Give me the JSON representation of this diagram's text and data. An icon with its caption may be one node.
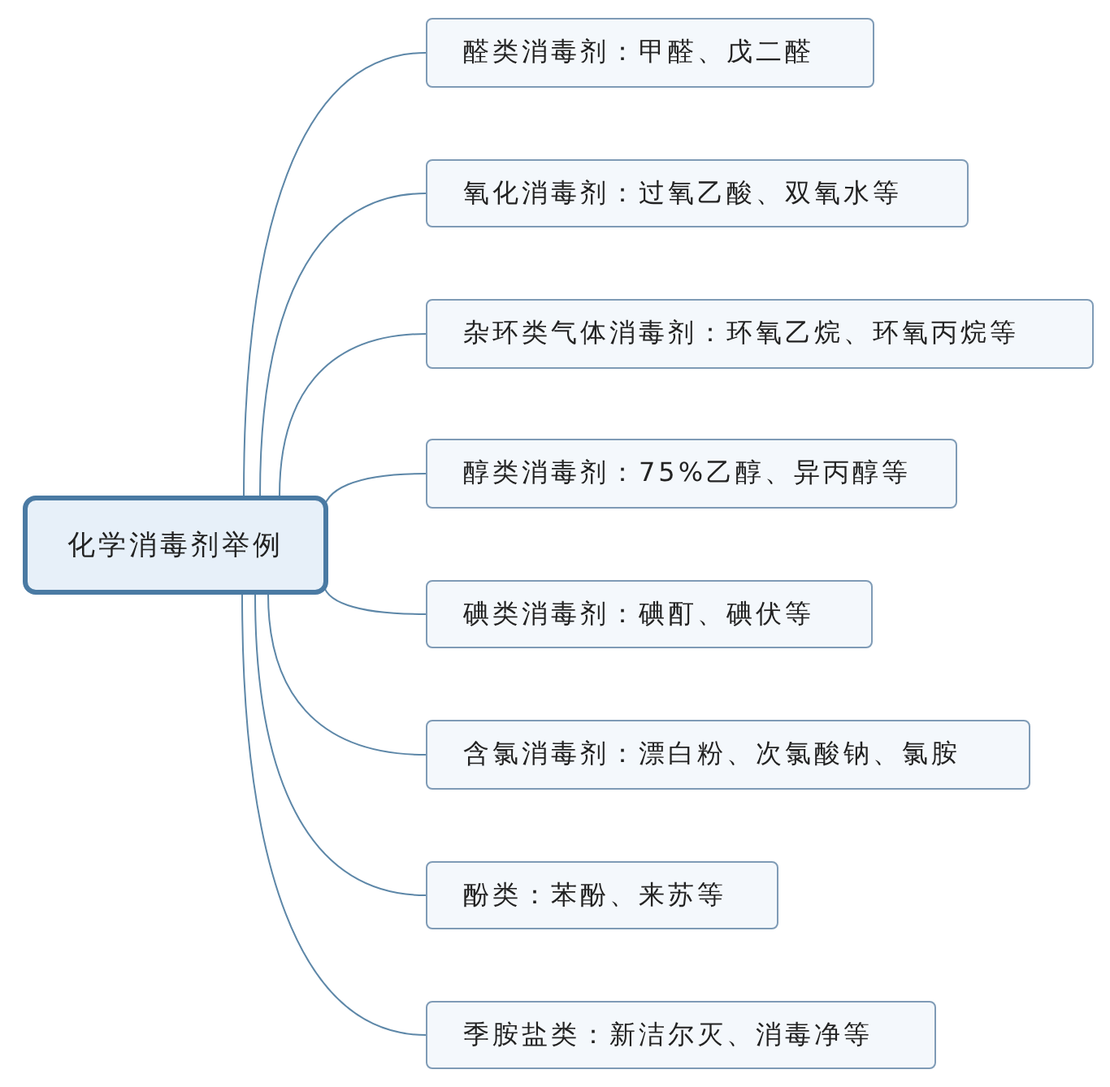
{
  "diagram": {
    "nodes": [
      {
        "text": [
          "化学消毒剂举例"
        ]
      },
      {
        "text": [
          "醛类消毒剂：甲醛、戊二醛"
        ]
      },
      {
        "text": [
          "氧化消毒剂：过氧乙酸、双氧水等"
        ]
      },
      {
        "text": [
          "杂环类气体消毒剂：环氧乙烷、环氧丙烷等"
        ]
      },
      {
        "text": [
          "醇类消毒剂：75%乙醇、异丙醇等"
        ]
      },
      {
        "text": [
          "碘类消毒剂：碘酊、碘伏等"
        ]
      },
      {
        "text": [
          "含氯消毒剂：漂白粉、次氯酸钠、氯胺"
        ]
      },
      {
        "text": [
          "酚类：苯酚、来苏等"
        ]
      },
      {
        "text": [
          "季胺盐类：新洁尔灭、消毒净等"
        ]
      }
    ],
    "edges": [
      {
        "from": 0,
        "to": 1,
        "arrow": "none"
      },
      {
        "from": 0,
        "to": 2,
        "arrow": "none"
      },
      {
        "from": 0,
        "to": 3,
        "arrow": "none"
      },
      {
        "from": 0,
        "to": 4,
        "arrow": "none"
      },
      {
        "from": 0,
        "to": 5,
        "arrow": "none"
      },
      {
        "from": 0,
        "to": 6,
        "arrow": "none"
      },
      {
        "from": 0,
        "to": 7,
        "arrow": "none"
      },
      {
        "from": 0,
        "to": 8,
        "arrow": "none"
      }
    ]
  }
}
